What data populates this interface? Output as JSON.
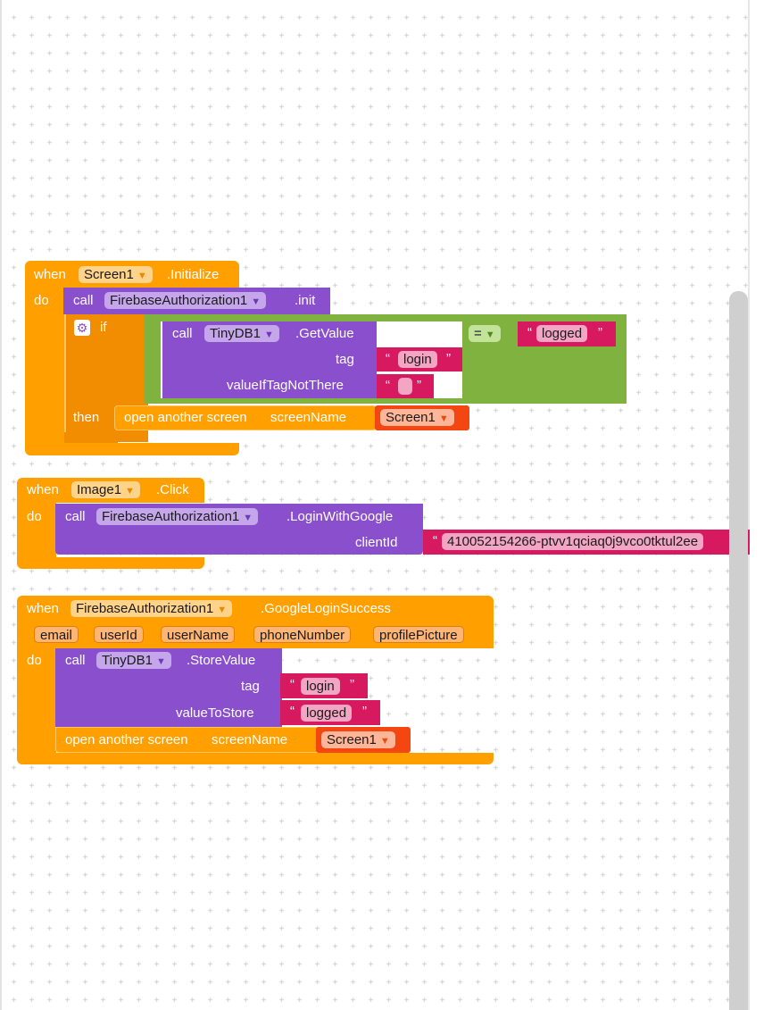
{
  "workspace": {
    "colors": {
      "event": "#ffa000",
      "procedure": "#8a4fcd",
      "logic": "#7fb23e",
      "text": "#d7195f",
      "screen": "#f44611"
    }
  },
  "block_init": {
    "when": "when",
    "component": "Screen1",
    "event": ".Initialize",
    "do": "do",
    "call": "call",
    "call_component": "FirebaseAuthorization1",
    "call_method": ".init",
    "if": "if",
    "getvalue_call": "call",
    "getvalue_component": "TinyDB1",
    "getvalue_method": ".GetValue",
    "tag_label": "tag",
    "tag_value": "login",
    "default_label": "valueIfTagNotThere",
    "default_value": "",
    "compare_op": "=",
    "compare_value": "logged",
    "then": "then",
    "open_screen": "open another screen",
    "screen_name_label": "screenName",
    "screen_name_value": "Screen1"
  },
  "block_click": {
    "when": "when",
    "component": "Image1",
    "event": ".Click",
    "do": "do",
    "call": "call",
    "call_component": "FirebaseAuthorization1",
    "call_method": ".LoginWithGoogle",
    "client_id_label": "clientId",
    "client_id_value": "410052154266-ptvv1qciaq0j9vco0tktul2ee"
  },
  "block_success": {
    "when": "when",
    "component": "FirebaseAuthorization1",
    "event": ".GoogleLoginSuccess",
    "params": [
      "email",
      "userId",
      "userName",
      "phoneNumber",
      "profilePicture"
    ],
    "do": "do",
    "call": "call",
    "call_component": "TinyDB1",
    "call_method": ".StoreValue",
    "tag_label": "tag",
    "tag_value": "login",
    "value_label": "valueToStore",
    "value_value": "logged",
    "open_screen": "open another screen",
    "screen_name_label": "screenName",
    "screen_name_value": "Screen1"
  }
}
